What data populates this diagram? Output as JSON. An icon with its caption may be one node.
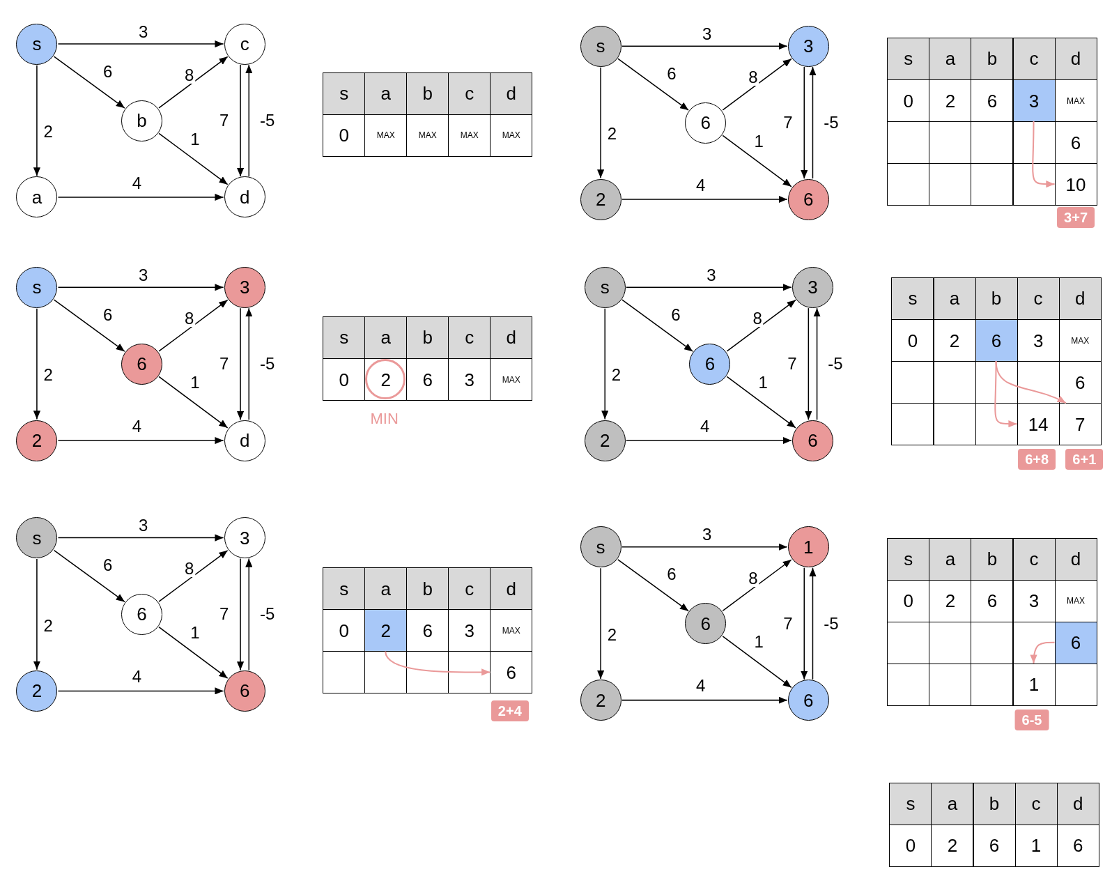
{
  "diagram": {
    "nodes": [
      {
        "text": [
          "s"
        ]
      },
      {
        "text": [
          "c"
        ]
      },
      {
        "text": [
          "b"
        ]
      },
      {
        "text": [
          "a"
        ]
      },
      {
        "text": [
          "d"
        ]
      },
      {
        "text": [
          "s"
        ]
      },
      {
        "text": [
          "3"
        ]
      },
      {
        "text": [
          "6"
        ]
      },
      {
        "text": [
          "2"
        ]
      },
      {
        "text": [
          "6"
        ]
      },
      {
        "text": [
          "s"
        ]
      },
      {
        "text": [
          "3"
        ]
      },
      {
        "text": [
          "6"
        ]
      },
      {
        "text": [
          "2"
        ]
      },
      {
        "text": [
          "d"
        ]
      },
      {
        "text": [
          "s"
        ]
      },
      {
        "text": [
          "3"
        ]
      },
      {
        "text": [
          "6"
        ]
      },
      {
        "text": [
          "2"
        ]
      },
      {
        "text": [
          "6"
        ]
      },
      {
        "text": [
          "s"
        ]
      },
      {
        "text": [
          "3"
        ]
      },
      {
        "text": [
          "6"
        ]
      },
      {
        "text": [
          "2"
        ]
      },
      {
        "text": [
          "6"
        ]
      },
      {
        "text": [
          "s"
        ]
      },
      {
        "text": [
          "1"
        ]
      },
      {
        "text": [
          "6"
        ]
      },
      {
        "text": [
          "2"
        ]
      },
      {
        "text": [
          "6"
        ]
      },
      {
        "text": [
          "3"
        ]
      },
      {
        "text": [
          "10"
        ]
      },
      {
        "text": [
          "6"
        ]
      },
      {
        "text": [
          "14"
        ]
      },
      {
        "text": [
          "7"
        ]
      },
      {
        "text": [
          "2"
        ]
      },
      {
        "text": [
          "6"
        ]
      },
      {
        "text": [
          "6"
        ]
      },
      {
        "text": [
          "1"
        ]
      }
    ],
    "edges": [
      {
        "from": 0,
        "to": 1,
        "arrow": "to",
        "label": "3"
      },
      {
        "from": 0,
        "to": 2,
        "arrow": "to",
        "label": "6"
      },
      {
        "from": 0,
        "to": 3,
        "arrow": "to",
        "label": "2"
      },
      {
        "from": 2,
        "to": 1,
        "arrow": "to",
        "label": "8"
      },
      {
        "from": 1,
        "to": 4,
        "arrow": "to",
        "label": "7"
      },
      {
        "from": 4,
        "to": 1,
        "arrow": "to",
        "label": "-5"
      },
      {
        "from": 2,
        "to": 4,
        "arrow": "to",
        "label": "1"
      },
      {
        "from": 3,
        "to": 4,
        "arrow": "to",
        "label": "4"
      },
      {
        "from": 5,
        "to": 6,
        "arrow": "to",
        "label": "3"
      },
      {
        "from": 5,
        "to": 7,
        "arrow": "to",
        "label": "6"
      },
      {
        "from": 5,
        "to": 8,
        "arrow": "to",
        "label": "2"
      },
      {
        "from": 7,
        "to": 6,
        "arrow": "to",
        "label": "8"
      },
      {
        "from": 6,
        "to": 9,
        "arrow": "to",
        "label": "7"
      },
      {
        "from": 9,
        "to": 6,
        "arrow": "to",
        "label": "-5"
      },
      {
        "from": 7,
        "to": 9,
        "arrow": "to",
        "label": "1"
      },
      {
        "from": 8,
        "to": 9,
        "arrow": "to",
        "label": "4"
      },
      {
        "from": 10,
        "to": 11,
        "arrow": "to",
        "label": "3"
      },
      {
        "from": 10,
        "to": 12,
        "arrow": "to",
        "label": "6"
      },
      {
        "from": 10,
        "to": 13,
        "arrow": "to",
        "label": "2"
      },
      {
        "from": 12,
        "to": 11,
        "arrow": "to",
        "label": "8"
      },
      {
        "from": 11,
        "to": 14,
        "arrow": "to",
        "label": "7"
      },
      {
        "from": 14,
        "to": 11,
        "arrow": "to",
        "label": "-5"
      },
      {
        "from": 12,
        "to": 14,
        "arrow": "to",
        "label": "1"
      },
      {
        "from": 13,
        "to": 14,
        "arrow": "to",
        "label": "4"
      },
      {
        "from": 15,
        "to": 16,
        "arrow": "to",
        "label": "3"
      },
      {
        "from": 15,
        "to": 17,
        "arrow": "to",
        "label": "6"
      },
      {
        "from": 15,
        "to": 18,
        "arrow": "to",
        "label": "2"
      },
      {
        "from": 17,
        "to": 16,
        "arrow": "to",
        "label": "8"
      },
      {
        "from": 16,
        "to": 19,
        "arrow": "to",
        "label": "7"
      },
      {
        "from": 19,
        "to": 16,
        "arrow": "to",
        "label": "-5"
      },
      {
        "from": 17,
        "to": 19,
        "arrow": "to",
        "label": "1"
      },
      {
        "from": 18,
        "to": 19,
        "arrow": "to",
        "label": "4"
      },
      {
        "from": 20,
        "to": 21,
        "arrow": "to",
        "label": "3"
      },
      {
        "from": 20,
        "to": 22,
        "arrow": "to",
        "label": "6"
      },
      {
        "from": 20,
        "to": 23,
        "arrow": "to",
        "label": "2"
      },
      {
        "from": 22,
        "to": 21,
        "arrow": "to",
        "label": "8"
      },
      {
        "from": 21,
        "to": 24,
        "arrow": "to",
        "label": "7"
      },
      {
        "from": 24,
        "to": 21,
        "arrow": "to",
        "label": "-5"
      },
      {
        "from": 22,
        "to": 24,
        "arrow": "to",
        "label": "1"
      },
      {
        "from": 23,
        "to": 24,
        "arrow": "to",
        "label": "4"
      },
      {
        "from": 25,
        "to": 26,
        "arrow": "to",
        "label": "3"
      },
      {
        "from": 25,
        "to": 27,
        "arrow": "to",
        "label": "6"
      },
      {
        "from": 25,
        "to": 28,
        "arrow": "to",
        "label": "2"
      },
      {
        "from": 27,
        "to": 26,
        "arrow": "to",
        "label": "8"
      },
      {
        "from": 26,
        "to": 29,
        "arrow": "to",
        "label": "7"
      },
      {
        "from": 29,
        "to": 26,
        "arrow": "to",
        "label": "-5"
      },
      {
        "from": 27,
        "to": 29,
        "arrow": "to",
        "label": "1"
      },
      {
        "from": 28,
        "to": 29,
        "arrow": "to",
        "label": "4"
      },
      {
        "from": 30,
        "to": 31,
        "arrow": "to",
        "color": "#ea9999"
      },
      {
        "from": 32,
        "to": 33,
        "arrow": "to",
        "color": "#ea9999"
      },
      {
        "from": 32,
        "to": 34,
        "arrow": "to",
        "color": "#ea9999"
      },
      {
        "from": 35,
        "to": 36,
        "arrow": "to",
        "color": "#ea9999"
      },
      {
        "from": 37,
        "to": 38,
        "arrow": "to",
        "color": "#ea9999"
      }
    ],
    "labels": [
      "s",
      "a",
      "b",
      "c",
      "d",
      "0",
      "MAX",
      "MAX",
      "MAX",
      "MAX",
      "s",
      "a",
      "b",
      "c",
      "d",
      "0",
      "2",
      "6",
      "MAX",
      "6",
      "3+7",
      "s",
      "a",
      "b",
      "c",
      "d",
      "0",
      "2",
      "6",
      "3",
      "MAX",
      "MIN",
      "s",
      "a",
      "b",
      "c",
      "d",
      "0",
      "2",
      "3",
      "MAX",
      "6",
      "6+8",
      "6+1",
      "s",
      "a",
      "b",
      "c",
      "d",
      "0",
      "6",
      "3",
      "MAX",
      "2+4",
      "s",
      "a",
      "b",
      "c",
      "d",
      "0",
      "2",
      "6",
      "3",
      "MAX",
      "6-5",
      "s",
      "a",
      "b",
      "c",
      "d",
      "0",
      "2",
      "6",
      "1",
      "6"
    ]
  }
}
